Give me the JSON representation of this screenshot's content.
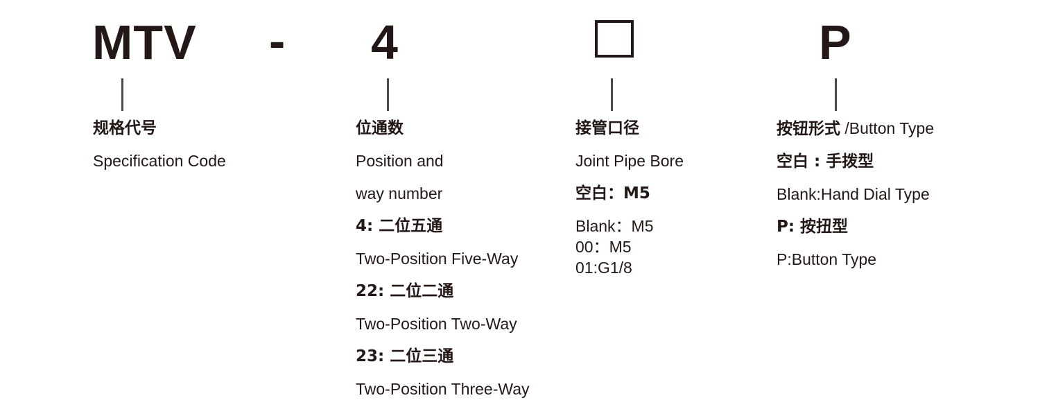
{
  "code": {
    "series": "MTV",
    "dash": "-",
    "position": "4",
    "bore_placeholder": "□",
    "button": "P"
  },
  "spec": {
    "title": "规格代号",
    "desc": "Specification Code"
  },
  "position": {
    "title": "位通数",
    "desc_line1": "Position and",
    "desc_line2": "way number",
    "options": [
      {
        "code_cn": "4: 二位五通",
        "en": "Two-Position Five-Way"
      },
      {
        "code_cn": "22: 二位二通",
        "en": "Two-Position Two-Way"
      },
      {
        "code_cn": "23: 二位三通",
        "en": "Two-Position Three-Way"
      }
    ]
  },
  "bore": {
    "title": "接管口径",
    "desc": "Joint Pipe Bore",
    "default_cn": "空白：M5",
    "options": [
      "Blank：M5",
      "00：M5",
      "01:G1/8"
    ]
  },
  "button": {
    "title_cn": "按钮形式",
    "title_en": " /Button Type",
    "options": [
      {
        "cn": "空白 : 手拨型",
        "en": "Blank:Hand Dial Type"
      },
      {
        "cn": "P: 按扭型",
        "en": "P:Button Type"
      }
    ]
  }
}
